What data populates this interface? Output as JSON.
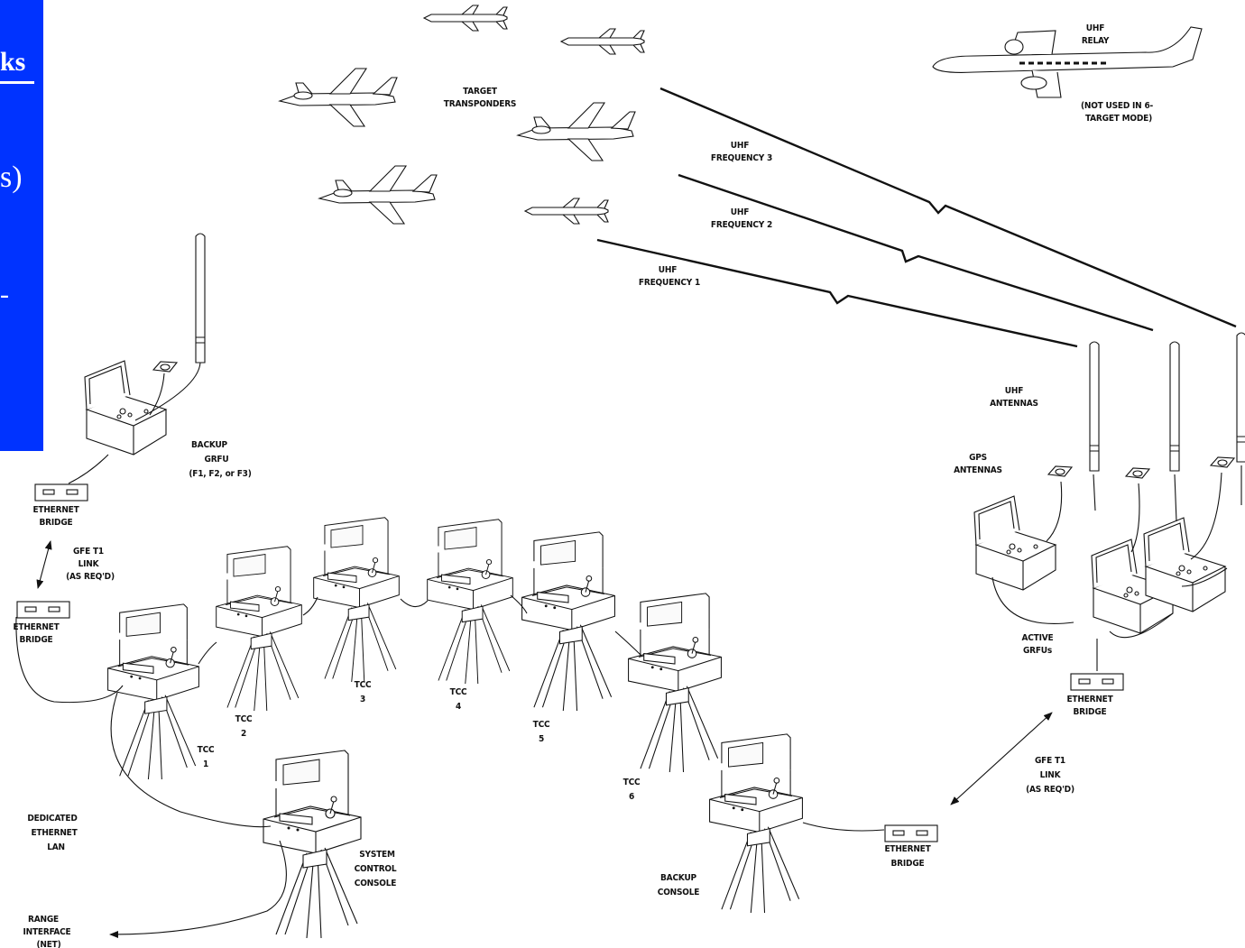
{
  "panel": {
    "fragment_1": "ks",
    "fragment_2": "s)",
    "fragment_3": "-"
  },
  "labels": {
    "target_transponders": [
      "TARGET",
      "TRANSPONDERS"
    ],
    "uhf_relay": [
      "UHF",
      "RELAY"
    ],
    "relay_note": [
      "(NOT USED IN 6-",
      "TARGET MODE)"
    ],
    "uhf_freq_3": [
      "UHF",
      "FREQUENCY 3"
    ],
    "uhf_freq_2": [
      "UHF",
      "FREQUENCY 2"
    ],
    "uhf_freq_1": [
      "UHF",
      "FREQUENCY 1"
    ],
    "uhf_antennas": [
      "UHF",
      "ANTENNAS"
    ],
    "gps_antennas": [
      "GPS",
      "ANTENNAS"
    ],
    "backup_grfu": [
      "BACKUP",
      "GRFU",
      "(F1, F2, or F3)"
    ],
    "ethernet_bridge_top": [
      "ETHERNET",
      "BRIDGE"
    ],
    "gfe_link_left": [
      "GFE T1",
      "LINK",
      "(AS REQ'D)"
    ],
    "ethernet_bridge_left": [
      "ETHERNET",
      "BRIDGE"
    ],
    "active_grfus": [
      "ACTIVE",
      "GRFUs"
    ],
    "ethernet_bridge_right": [
      "ETHERNET",
      "BRIDGE"
    ],
    "gfe_link_right": [
      "GFE T1",
      "LINK",
      "(AS REQ'D)"
    ],
    "ethernet_bridge_bottom": [
      "ETHERNET",
      "BRIDGE"
    ],
    "tcc_1": [
      "TCC",
      "1"
    ],
    "tcc_2": [
      "TCC",
      "2"
    ],
    "tcc_3": [
      "TCC",
      "3"
    ],
    "tcc_4": [
      "TCC",
      "4"
    ],
    "tcc_5": [
      "TCC",
      "5"
    ],
    "tcc_6": [
      "TCC",
      "6"
    ],
    "dedicated_lan": [
      "DEDICATED",
      "ETHERNET",
      "LAN"
    ],
    "system_control_console": [
      "SYSTEM",
      "CONTROL",
      "CONSOLE"
    ],
    "backup_console": [
      "BACKUP",
      "CONSOLE"
    ],
    "range_interface": [
      "RANGE",
      "INTERFACE",
      "(NET)"
    ]
  },
  "colors": {
    "panel_background": "#0033ff",
    "panel_text": "#ffffff",
    "line": "#111111",
    "background": "#ffffff"
  }
}
